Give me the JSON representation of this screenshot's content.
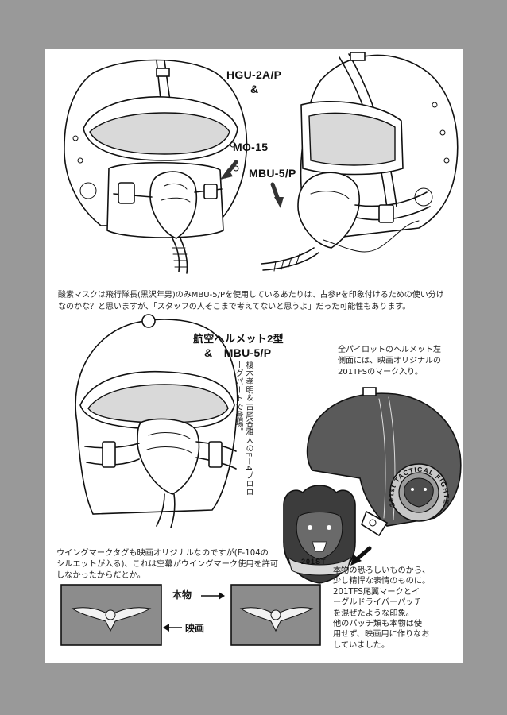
{
  "labels": {
    "hgu": "HGU-2A/P",
    "amp1": "&",
    "mo15": "MO-15",
    "mbu5_top": "MBU-5/P",
    "koku": "航空ヘルメット2型",
    "mbu5_mid": "&　MBU-5/P",
    "honmono": "本物",
    "eiga": "映画"
  },
  "text": {
    "oxygen_line1": "酸素マスクは飛行隊長(黒沢年男)のみMBU-5/Pを使用しているあたりは、古参Pを印象付けるための使い分け",
    "oxygen_line2": "なのかな？と思いますが、「スタッフの人そこまで考えてないと思うよ」だった可能性もあります。",
    "vertical_note": "榎木孝明＆古尾谷雅人のF－4プロローグパートで登場。",
    "pilot_note_1": "全パイロットのヘルメット左",
    "pilot_note_2": "側面には、映画オリジナルの",
    "pilot_note_3": "201TFSのマーク入り。",
    "wing_note_1": "ウイングマークタグも映画オリジナルなのですが(F-104の",
    "wing_note_2": "シルエットが入る)、これは空幕がウイングマーク使用を許可",
    "wing_note_3": "しなかったからだとか。",
    "patch_note_1": "本物の恐ろしいものから、",
    "patch_note_2": "少し精悍な表情のものに。",
    "patch_note_3": "201TFS尾翼マークとイ",
    "patch_note_4": "ーグルドライバーパッチ",
    "patch_note_5": "を混ぜたような印象。",
    "patch_note_6": "他のパッチ類も本物は使",
    "patch_note_7": "用せず、映画用に作りなお",
    "patch_note_8": "していました。"
  },
  "insignia": {
    "helmet_ring": "201st TACTICAL FIGHTER SQ",
    "patch_banner": "201ST"
  }
}
